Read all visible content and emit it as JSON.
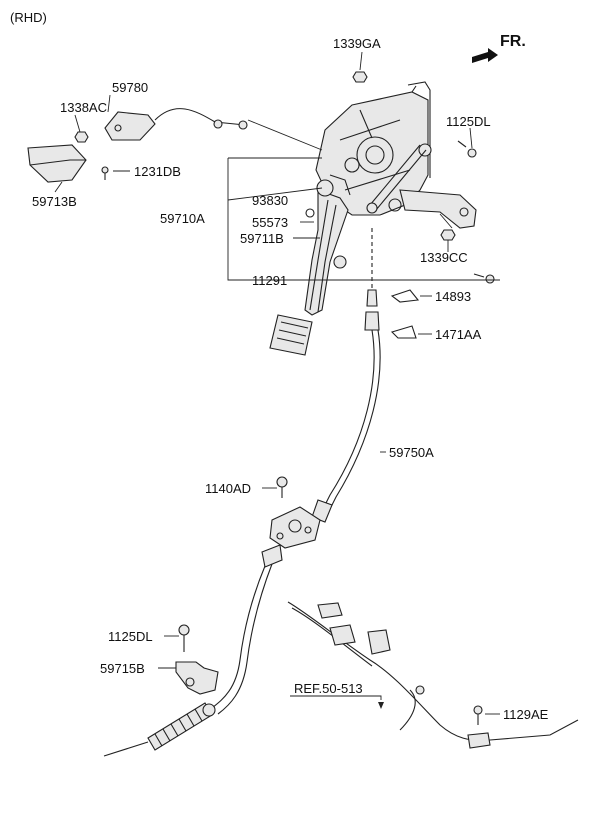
{
  "header": {
    "variant": "(RHD)",
    "direction": "FR."
  },
  "labels": {
    "p1339GA": "1339GA",
    "p59780": "59780",
    "p1338AC": "1338AC",
    "p1125DL_top": "1125DL",
    "p1231DB": "1231DB",
    "p59713B": "59713B",
    "p93830": "93830",
    "p59710A": "59710A",
    "p55573": "55573",
    "p59711B": "59711B",
    "p1339CC": "1339CC",
    "p11291": "11291",
    "p14893": "14893",
    "p1471AA": "1471AA",
    "p59750A": "59750A",
    "p1140AD": "1140AD",
    "p1125DL_bottom": "1125DL",
    "p59715B": "59715B",
    "ref": "REF.50-513",
    "p1129AE": "1129AE"
  },
  "colors": {
    "ink": "#222222",
    "part_fill": "#e8e8e8"
  }
}
